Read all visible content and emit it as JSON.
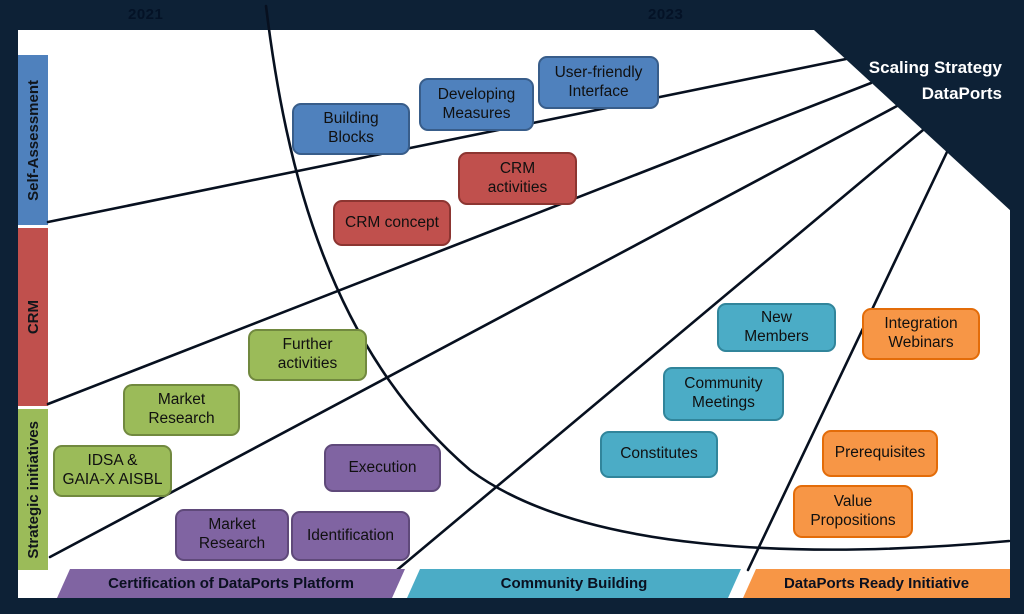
{
  "frame": {
    "title_line1": "Scaling Strategy",
    "title_line2": "DataPorts",
    "axis_ticks": [
      "2021",
      "2023"
    ]
  },
  "colors": {
    "frame": "#0d2136",
    "line": "#07101f",
    "blue": "#4f81bd",
    "red": "#c0504d",
    "green": "#9bbb59",
    "purple": "#8064a2",
    "teal": "#4bacc6",
    "orange": "#f79646"
  },
  "left_axis": [
    {
      "label": "Self-Assessment",
      "color": "#4f81bd"
    },
    {
      "label": "CRM",
      "color": "#c0504d"
    },
    {
      "label": "Strategic initiatives",
      "color": "#9bbb59"
    }
  ],
  "bottom_axis": [
    {
      "label": "Certification of DataPorts Platform",
      "color": "#8064a2"
    },
    {
      "label": "Community Building",
      "color": "#4bacc6"
    },
    {
      "label": "DataPorts Ready Initiative",
      "color": "#f79646"
    }
  ],
  "nodes": {
    "self_assessment": {
      "building_blocks": "Building\nBlocks",
      "developing_measures": "Developing\nMeasures",
      "user_friendly_interface": "User-friendly\nInterface"
    },
    "crm": {
      "crm_concept": "CRM concept",
      "crm_activities": "CRM\nactivities"
    },
    "strategic_initiatives": {
      "further_activities": "Further\nactivities",
      "market_research": "Market\nResearch",
      "idsa_gaia_x": "IDSA &\nGAIA-X AISBL"
    },
    "certification": {
      "execution": "Execution",
      "market_research": "Market\nResearch",
      "identification": "Identification"
    },
    "community_building": {
      "new_members": "New\nMembers",
      "community_meetings": "Community\nMeetings",
      "constitutes": "Constitutes"
    },
    "dataports_ready": {
      "integration_webinars": "Integration\nWebinars",
      "prerequisites": "Prerequisites",
      "value_propositions": "Value\nPropositions"
    }
  }
}
